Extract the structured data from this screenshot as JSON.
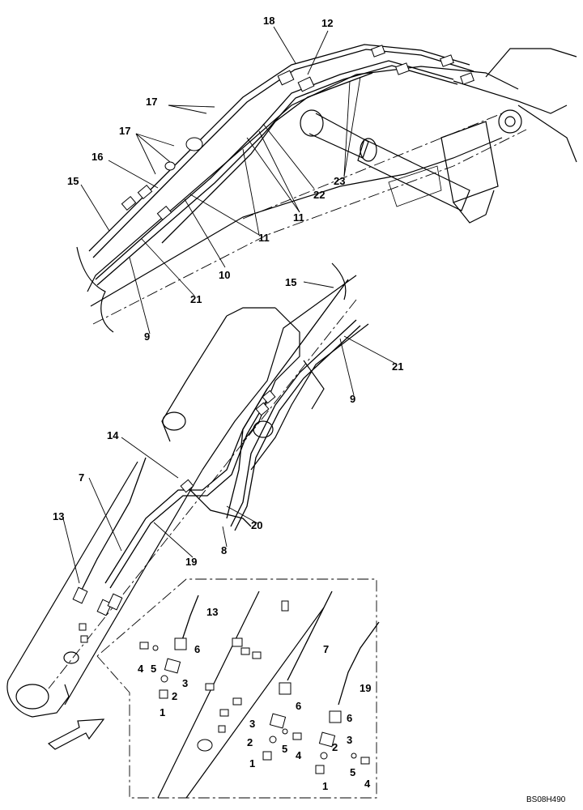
{
  "drawing_code": "BS08H490",
  "callouts": {
    "c1a": "1",
    "c1b": "1",
    "c1c": "1",
    "c2a": "2",
    "c2b": "2",
    "c2c": "2",
    "c3a": "3",
    "c3b": "3",
    "c3c": "3",
    "c4a": "4",
    "c4b": "4",
    "c4c": "4",
    "c5a": "5",
    "c5b": "5",
    "c5c": "5",
    "c6a": "6",
    "c6b": "6",
    "c6c": "6",
    "c7a": "7",
    "c7b": "7",
    "c8": "8",
    "c9a": "9",
    "c9b": "9",
    "c10": "10",
    "c11a": "11",
    "c11b": "11",
    "c12": "12",
    "c13a": "13",
    "c13b": "13",
    "c14": "14",
    "c15a": "15",
    "c15b": "15",
    "c16": "16",
    "c17a": "17",
    "c17b": "17",
    "c18": "18",
    "c19a": "19",
    "c19b": "19",
    "c20": "20",
    "c21a": "21",
    "c21b": "21",
    "c22": "22",
    "c23": "23"
  }
}
